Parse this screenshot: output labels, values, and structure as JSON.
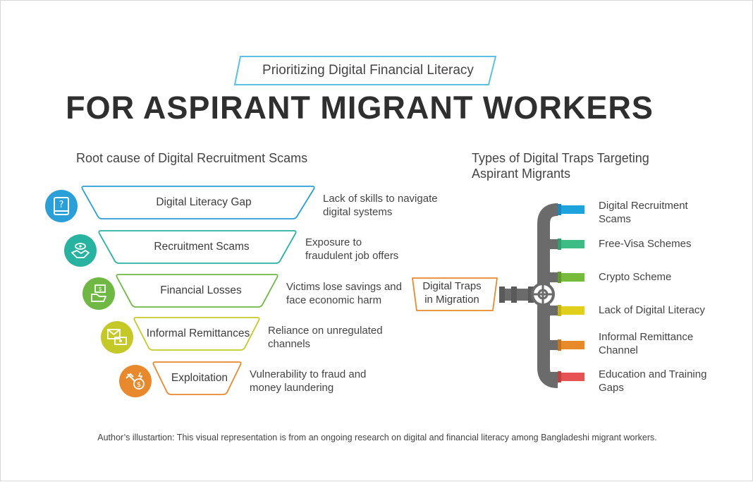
{
  "header": {
    "subtitle": "Prioritizing Digital Financial Literacy",
    "title": "FOR ASPIRANT MIGRANT WORKERS"
  },
  "root_causes": {
    "heading": "Root cause of Digital Recruitment Scams",
    "items": [
      {
        "label": "Digital Literacy Gap",
        "desc_line1": "Lack of skills to navigate",
        "desc_line2": "digital systems",
        "color": "#2a9fd8",
        "icon": "question-book-icon"
      },
      {
        "label": "Recruitment Scams",
        "desc_line1": "Exposure to",
        "desc_line2": "fraudulent job offers",
        "color": "#27b3a0",
        "icon": "handshake-eye-icon"
      },
      {
        "label": "Financial Losses",
        "desc_line1": "Victims lose savings and",
        "desc_line2": "face economic harm",
        "color": "#6fb843",
        "icon": "money-hand-icon"
      },
      {
        "label": "Informal Remittances",
        "desc_line1": "Reliance on unregulated",
        "desc_line2": "channels",
        "color": "#c5c928",
        "icon": "envelope-cash-icon"
      },
      {
        "label": "Exploitation",
        "desc_line1": "Vulnerability to fraud and",
        "desc_line2": "money laundering",
        "color": "#e8892e",
        "icon": "hacker-dollar-icon"
      }
    ]
  },
  "traps": {
    "heading_line1": "Types of Digital Traps Targeting",
    "heading_line2": "Aspirant Migrants",
    "source_line1": "Digital Traps",
    "source_line2": "in Migration",
    "source_color": "#e8892e",
    "items": [
      {
        "line1": "Digital Recruitment",
        "line2": "Scams",
        "color": "#1fa3dc"
      },
      {
        "line1": "Free-Visa Schemes",
        "line2": "",
        "color": "#3dbd85"
      },
      {
        "line1": "Crypto Scheme",
        "line2": "",
        "color": "#77bb3a"
      },
      {
        "line1": "Lack of Digital Literacy",
        "line2": "",
        "color": "#e2cf1c"
      },
      {
        "line1": "Informal Remittance",
        "line2": "Channel",
        "color": "#e98a2a"
      },
      {
        "line1": "Education and Training",
        "line2": "Gaps",
        "color": "#e55353"
      }
    ]
  },
  "footnote": "Author’s illustartion: This visual representation is from an ongoing research on digital and financial literacy among Bangladeshi migrant workers."
}
